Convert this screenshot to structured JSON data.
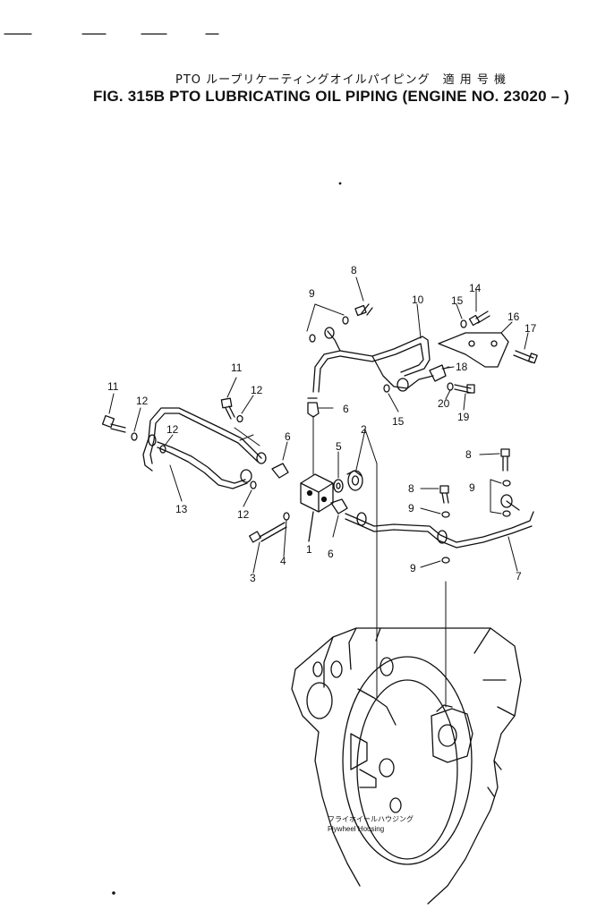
{
  "header": {
    "title_jp": "PTO ループリケーティングオイルパイピング　適 用 号 機",
    "title_en": "FIG. 315B  PTO LUBRICATING OIL PIPING (ENGINE NO. 23020 –  )"
  },
  "callouts": [
    {
      "id": "c1",
      "text": "1"
    },
    {
      "id": "c2",
      "text": "2"
    },
    {
      "id": "c3",
      "text": "3"
    },
    {
      "id": "c4",
      "text": "4"
    },
    {
      "id": "c5",
      "text": "5"
    },
    {
      "id": "c6a",
      "text": "6"
    },
    {
      "id": "c6b",
      "text": "6"
    },
    {
      "id": "c6c",
      "text": "6"
    },
    {
      "id": "c7",
      "text": "7"
    },
    {
      "id": "c8a",
      "text": "8"
    },
    {
      "id": "c8b",
      "text": "8"
    },
    {
      "id": "c8c",
      "text": "8"
    },
    {
      "id": "c9a",
      "text": "9"
    },
    {
      "id": "c9b",
      "text": "9"
    },
    {
      "id": "c9c",
      "text": "9"
    },
    {
      "id": "c9d",
      "text": "9"
    },
    {
      "id": "c10",
      "text": "10"
    },
    {
      "id": "c11a",
      "text": "11"
    },
    {
      "id": "c11b",
      "text": "11"
    },
    {
      "id": "c12a",
      "text": "12"
    },
    {
      "id": "c12b",
      "text": "12"
    },
    {
      "id": "c12c",
      "text": "12"
    },
    {
      "id": "c12d",
      "text": "12"
    },
    {
      "id": "c13",
      "text": "13"
    },
    {
      "id": "c14",
      "text": "14"
    },
    {
      "id": "c15a",
      "text": "15"
    },
    {
      "id": "c15b",
      "text": "15"
    },
    {
      "id": "c16",
      "text": "16"
    },
    {
      "id": "c17",
      "text": "17"
    },
    {
      "id": "c18",
      "text": "18"
    },
    {
      "id": "c19",
      "text": "19"
    },
    {
      "id": "c20",
      "text": "20"
    }
  ],
  "housing_label": {
    "jp": "フライホイールハウジング",
    "en": "Flywheel  Housing"
  }
}
